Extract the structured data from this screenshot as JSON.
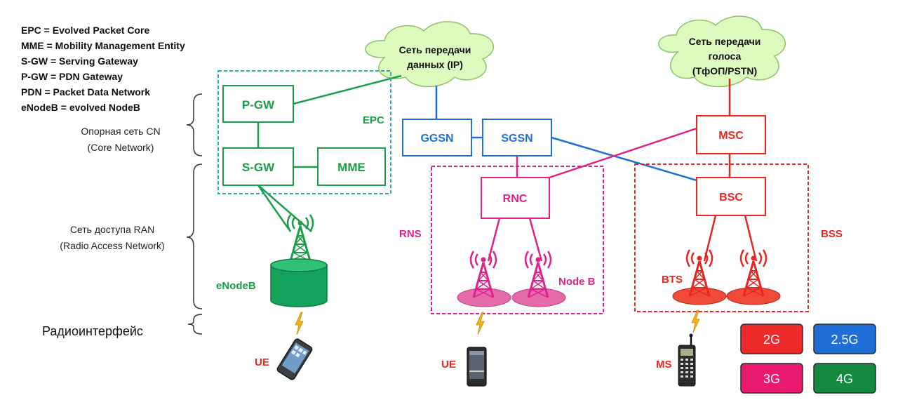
{
  "legend": {
    "abbreviations": [
      "EPC = Evolved Packet Core",
      "MME = Mobility Management Entity",
      "S-GW = Serving Gateway",
      "P-GW = PDN Gateway",
      "PDN = Packet Data Network",
      "eNodeB = evolved NodeB"
    ]
  },
  "left_labels": {
    "core_line1": "Опорная сеть CN",
    "core_line2": "(Core Network)",
    "ran_line1": "Сеть доступа RAN",
    "ran_line2": "(Radio Access Network)",
    "air": "Радиоинтерфейс"
  },
  "clouds": {
    "data_line1": "Сеть передачи",
    "data_line2": "данных (IP)",
    "voice_line1": "Сеть передачи",
    "voice_line2": "голоса",
    "voice_line3": "(ТфОП/PSTN)"
  },
  "nodes": {
    "pgw": "P-GW",
    "sgw": "S-GW",
    "mme": "MME",
    "epc": "EPC",
    "enodeb": "eNodeB",
    "ggsn": "GGSN",
    "sgsn": "SGSN",
    "rnc": "RNC",
    "rns": "RNS",
    "nodeb": "Node B",
    "msc": "MSC",
    "bsc": "BSC",
    "bss": "BSS",
    "bts": "BTS"
  },
  "terminals": {
    "ue_lte": "UE",
    "ue_umts": "UE",
    "ms": "MS"
  },
  "generation_legend": [
    {
      "label": "2G",
      "color": "#ee2a2a"
    },
    {
      "label": "2.5G",
      "color": "#1f6fd6"
    },
    {
      "label": "3G",
      "color": "#e8196f"
    },
    {
      "label": "4G",
      "color": "#138a3f"
    }
  ],
  "colors": {
    "lte": "#1a9e48",
    "epc_frame": "#22aeb0",
    "gprs": "#1f6fd6",
    "umts": "#e0218a",
    "gsm": "#e8261f",
    "cloud_fill": "#ddfabf",
    "cloud_stroke": "#8fbf6b",
    "enodeb_fill": "#13a35c",
    "tower_umts_base": "#e46aa8",
    "tower_gsm_base": "#f04a3a",
    "bolt": "#f4b21a"
  }
}
